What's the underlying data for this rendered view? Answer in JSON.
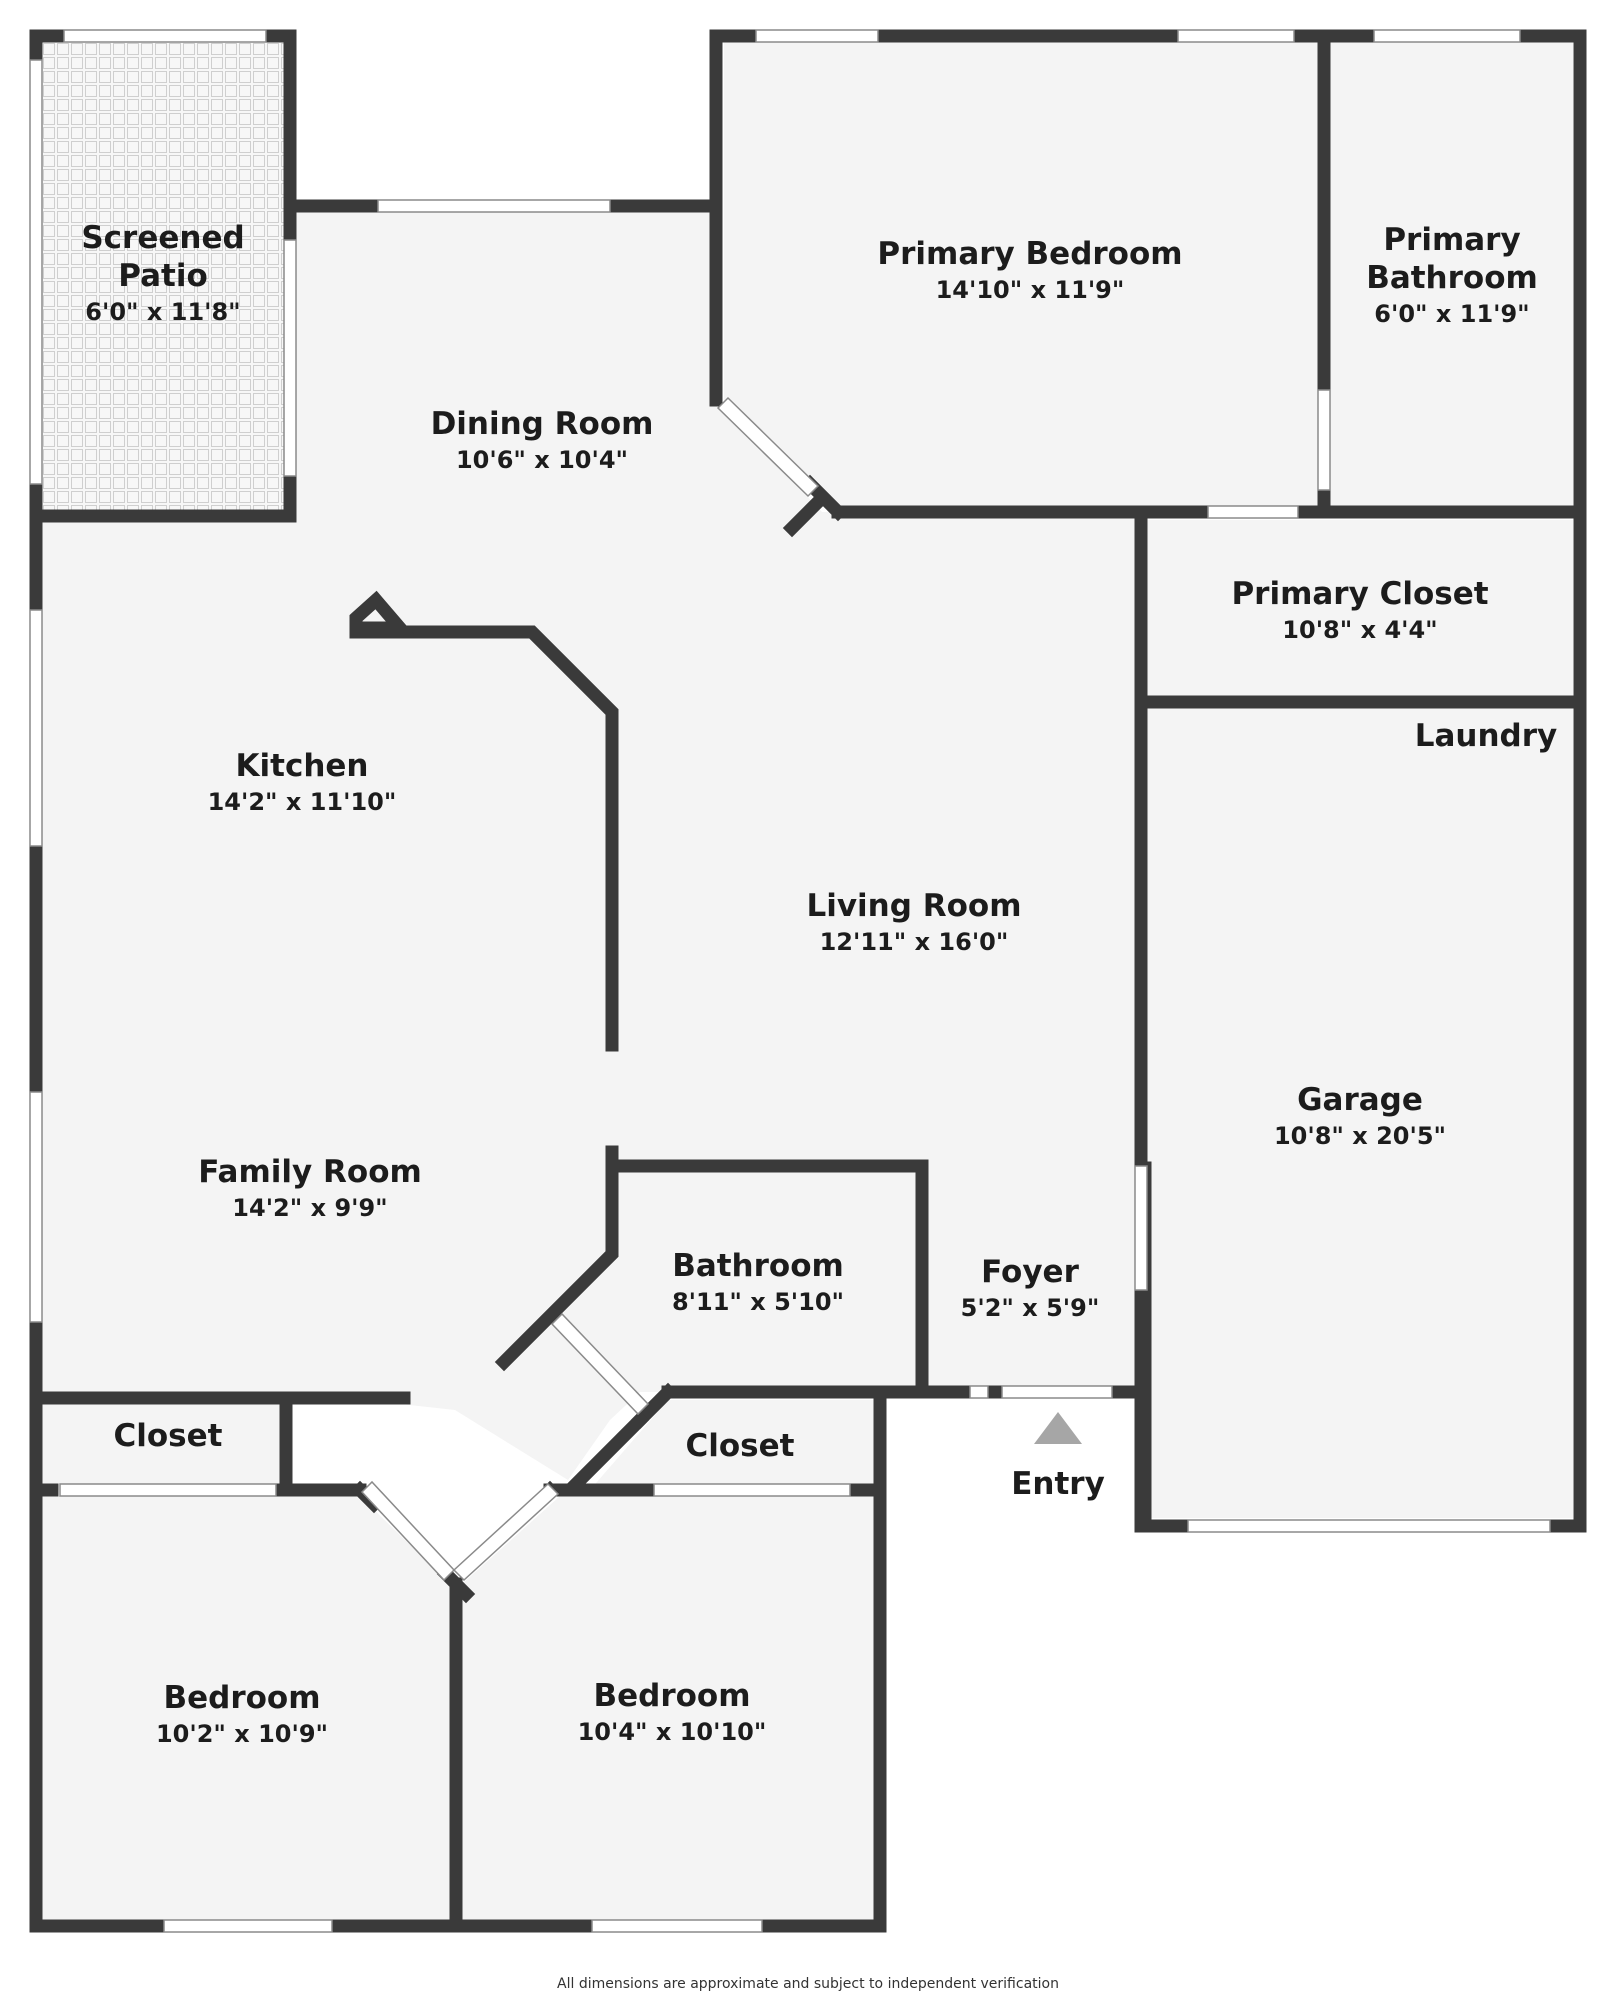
{
  "rooms": [
    {
      "id": "screened-patio",
      "name_lines": [
        "Screened",
        "Patio"
      ],
      "dims": "6'0\" x 11'8\""
    },
    {
      "id": "dining-room",
      "name_lines": [
        "Dining Room"
      ],
      "dims": "10'6\" x 10'4\""
    },
    {
      "id": "primary-bedroom",
      "name_lines": [
        "Primary Bedroom"
      ],
      "dims": "14'10\" x 11'9\""
    },
    {
      "id": "primary-bathroom",
      "name_lines": [
        "Primary",
        "Bathroom"
      ],
      "dims": "6'0\" x 11'9\""
    },
    {
      "id": "primary-closet",
      "name_lines": [
        "Primary Closet"
      ],
      "dims": "10'8\" x 4'4\""
    },
    {
      "id": "laundry",
      "name_lines": [
        "Laundry"
      ],
      "dims": ""
    },
    {
      "id": "kitchen",
      "name_lines": [
        "Kitchen"
      ],
      "dims": "14'2\" x 11'10\""
    },
    {
      "id": "living-room",
      "name_lines": [
        "Living Room"
      ],
      "dims": "12'11\" x 16'0\""
    },
    {
      "id": "garage",
      "name_lines": [
        "Garage"
      ],
      "dims": "10'8\" x 20'5\""
    },
    {
      "id": "family-room",
      "name_lines": [
        "Family Room"
      ],
      "dims": "14'2\" x 9'9\""
    },
    {
      "id": "bathroom",
      "name_lines": [
        "Bathroom"
      ],
      "dims": "8'11\" x 5'10\""
    },
    {
      "id": "foyer",
      "name_lines": [
        "Foyer"
      ],
      "dims": "5'2\" x 5'9\""
    },
    {
      "id": "closet-left",
      "name_lines": [
        "Closet"
      ],
      "dims": ""
    },
    {
      "id": "closet-right",
      "name_lines": [
        "Closet"
      ],
      "dims": ""
    },
    {
      "id": "bedroom-left",
      "name_lines": [
        "Bedroom"
      ],
      "dims": "10'2\" x 10'9\""
    },
    {
      "id": "bedroom-right",
      "name_lines": [
        "Bedroom"
      ],
      "dims": "10'4\" x 10'10\""
    }
  ],
  "entry": {
    "label": "Entry"
  },
  "footer": {
    "note": "All dimensions are approximate and subject to independent verification"
  },
  "colors": {
    "wall": "#3a3a3a",
    "floor": "#f4f4f4",
    "entry_arrow": "#a6a6a6"
  }
}
